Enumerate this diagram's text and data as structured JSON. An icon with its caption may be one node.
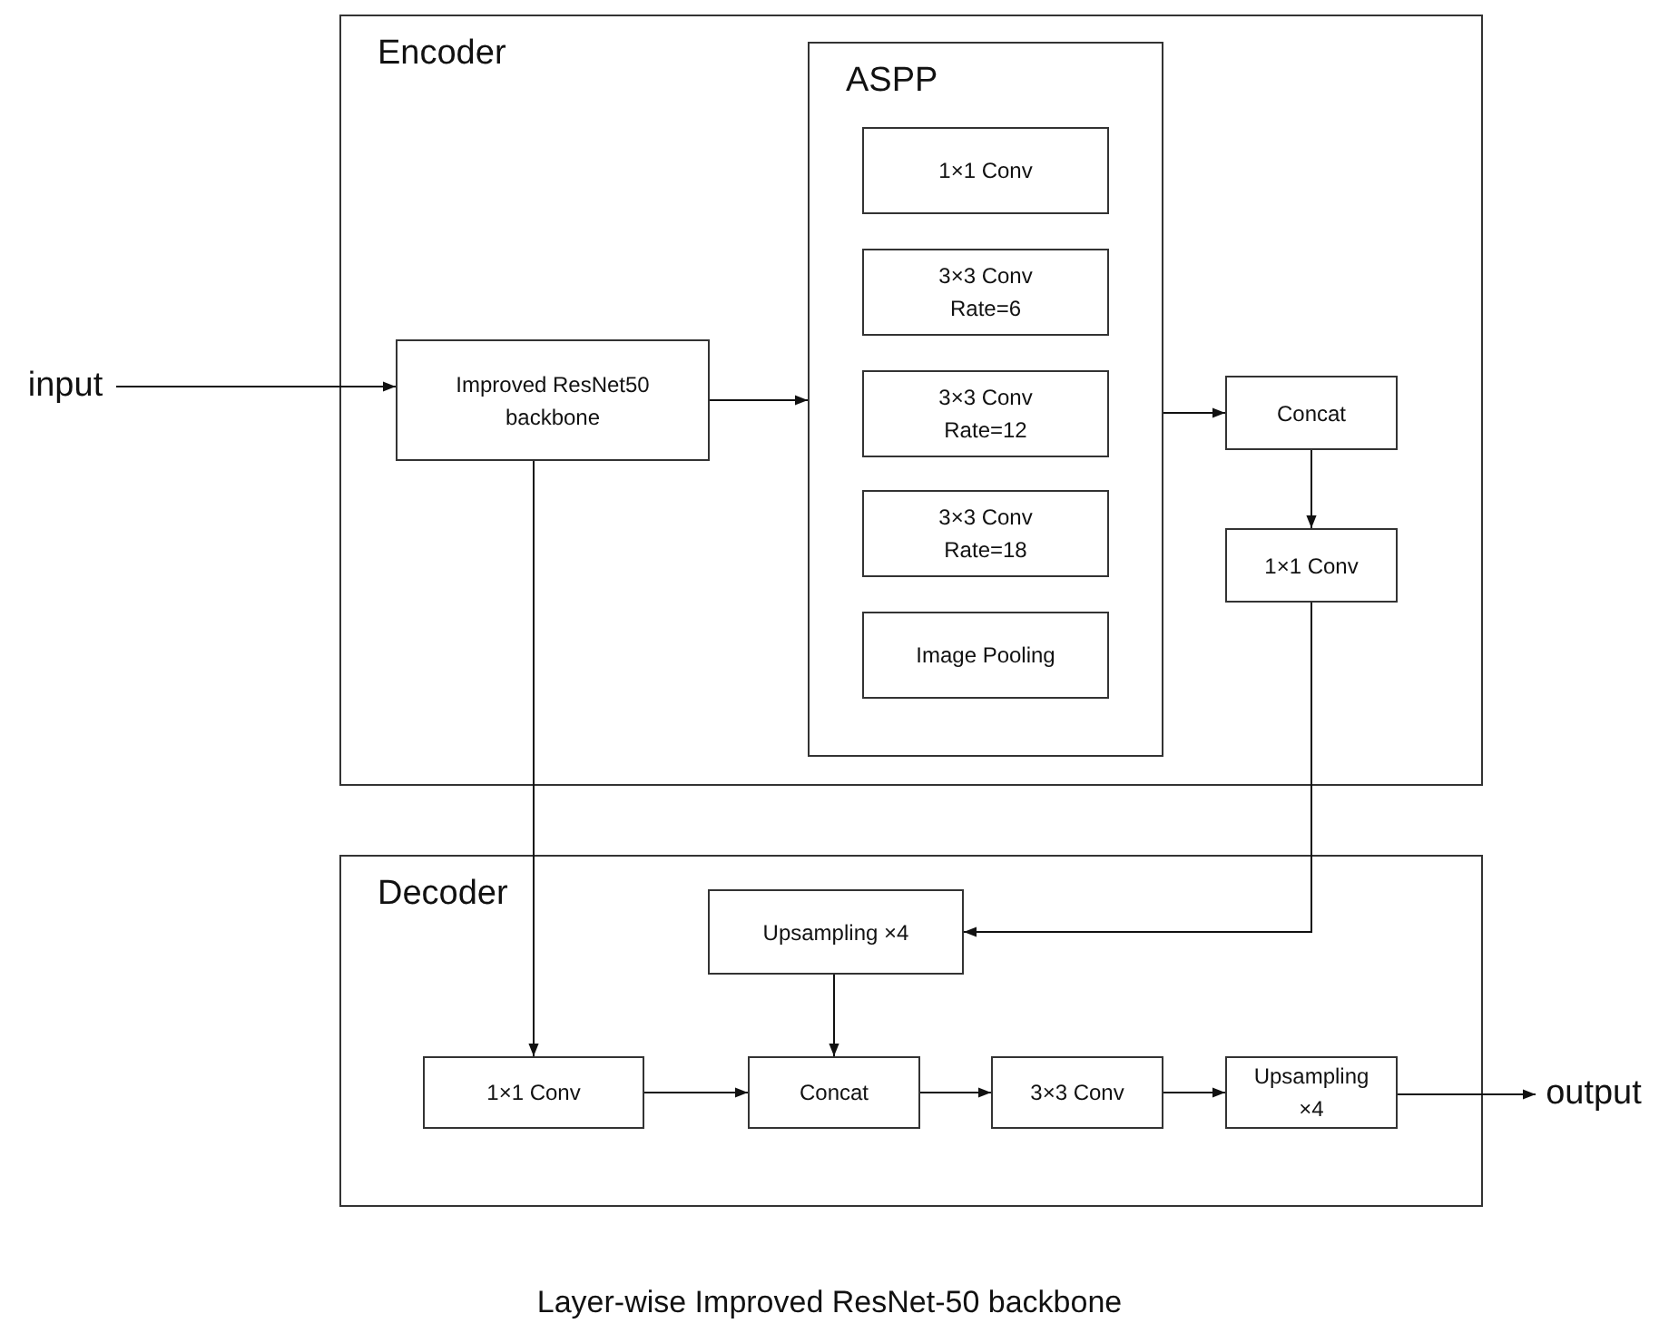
{
  "diagram": {
    "caption": "Layer-wise Improved ResNet-50 backbone",
    "nodes": [
      {
        "text": [
          "Encoder"
        ]
      },
      {
        "text": [
          "ASPP"
        ],
        "in": 0
      },
      {
        "text": [
          "1×1 Conv"
        ],
        "in": 1
      },
      {
        "text": [
          "3×3 Conv Rate=6"
        ],
        "in": 1
      },
      {
        "text": [
          "3×3 Conv Rate=12"
        ],
        "in": 1
      },
      {
        "text": [
          "3×3 Conv Rate=18"
        ],
        "in": 1
      },
      {
        "text": [
          "Image Pooling"
        ],
        "in": 1
      },
      {
        "text": [
          "Improved ResNet50 backbone"
        ],
        "in": 0
      },
      {
        "text": [
          "Concat"
        ],
        "in": 0
      },
      {
        "text": [
          "1×1 Conv"
        ],
        "in": 0
      },
      {
        "text": [
          "Decoder"
        ]
      },
      {
        "text": [
          "Upsampling ×4"
        ],
        "in": 10
      },
      {
        "text": [
          "1×1 Conv"
        ],
        "in": 10
      },
      {
        "text": [
          "Concat"
        ],
        "in": 10
      },
      {
        "text": [
          "3×3 Conv"
        ],
        "in": 10
      },
      {
        "text": [
          "Upsampling ×4"
        ],
        "in": 10
      },
      {
        "text": [
          "input"
        ]
      },
      {
        "text": [
          "output"
        ]
      }
    ],
    "edges": [
      {
        "from": 16,
        "to": 7,
        "arrow": "to"
      },
      {
        "from": 7,
        "to": 1,
        "arrow": "to"
      },
      {
        "from": 1,
        "to": 8,
        "arrow": "to"
      },
      {
        "from": 8,
        "to": 9,
        "arrow": "to"
      },
      {
        "from": 9,
        "to": 11,
        "arrow": "to"
      },
      {
        "from": 7,
        "to": 12,
        "arrow": "to"
      },
      {
        "from": 11,
        "to": 13,
        "arrow": "to"
      },
      {
        "from": 12,
        "to": 13,
        "arrow": "to"
      },
      {
        "from": 13,
        "to": 14,
        "arrow": "to"
      },
      {
        "from": 14,
        "to": 15,
        "arrow": "to"
      },
      {
        "from": 15,
        "to": 17,
        "arrow": "to"
      }
    ]
  }
}
